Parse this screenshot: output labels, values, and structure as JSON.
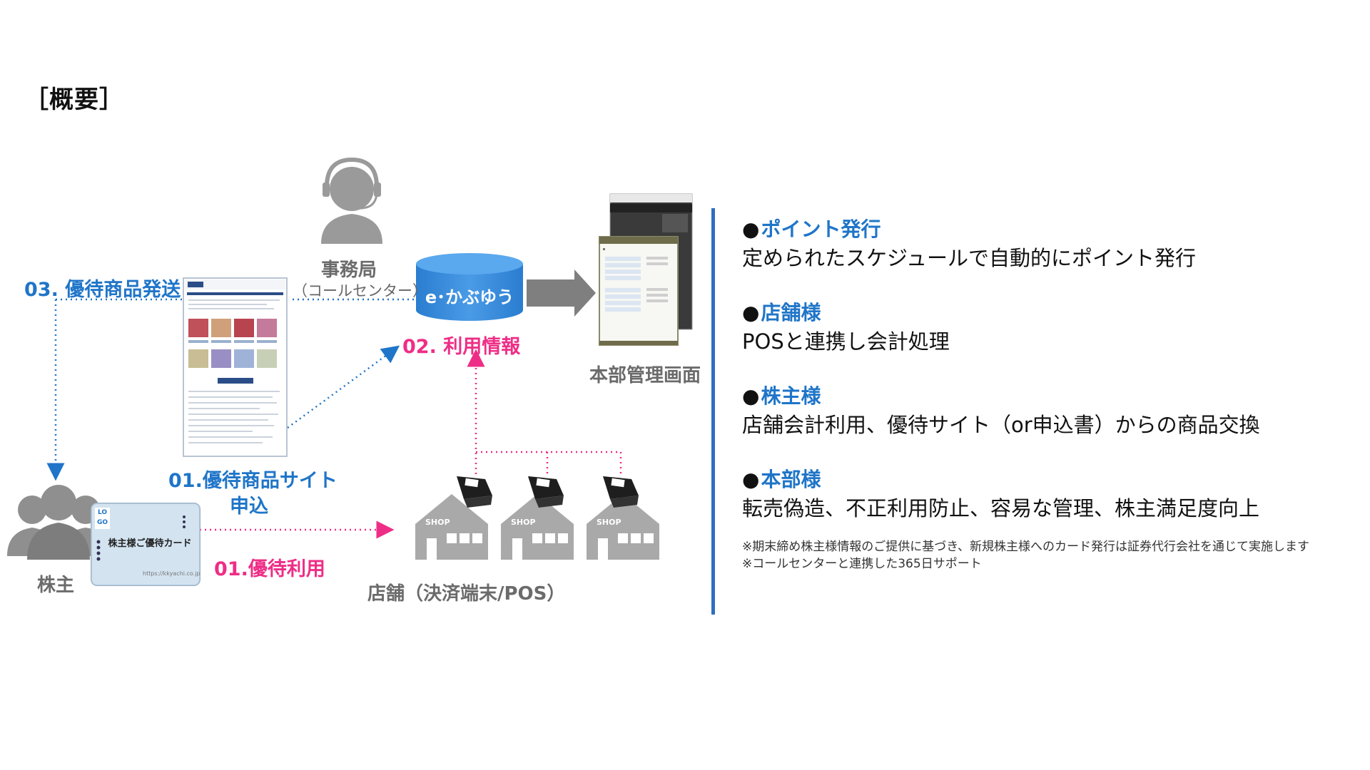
{
  "title": "［概要］",
  "diagram": {
    "label_03": "03. 優待商品発送",
    "office_name": "事務局",
    "office_sub": "（コールセンター）",
    "db_label": "e･かぶゆう",
    "label_02": "02. 利用情報",
    "hq_screen": "本部管理画面",
    "label_01_site_line1": "01.優待商品サイト",
    "label_01_site_line2": "申込",
    "label_01_use": "01.優待利用",
    "shareholder": "株主",
    "store": "店舗（決済端末/POS）",
    "card_title": "株主様ご優待カード",
    "card_logo": "LO GO",
    "card_url": "https://kkyachi.co.jp",
    "shop_sign": "SHOP"
  },
  "bullets": [
    {
      "head": "ポイント発行",
      "body": "定められたスケジュールで自動的にポイント発行"
    },
    {
      "head": "店舗様",
      "body": "POSと連携し会計処理"
    },
    {
      "head": "株主様",
      "body": "店舗会計利用、優待サイト（or申込書）からの商品交換"
    },
    {
      "head": "本部様",
      "body": "転売偽造、不正利用防止、容易な管理、株主満足度向上"
    }
  ],
  "bullet_mark": "●",
  "notes": [
    "※期末締め株主様情報のご提供に基づき、新規株主様へのカード発行は証券代行会社を通じて実施します",
    "※コールセンターと連携した365日サポート"
  ],
  "colors": {
    "blue": "#1f75c8",
    "pink": "#ee2e86",
    "gray": "#8a8a8a",
    "divider": "#2f6ec0"
  }
}
